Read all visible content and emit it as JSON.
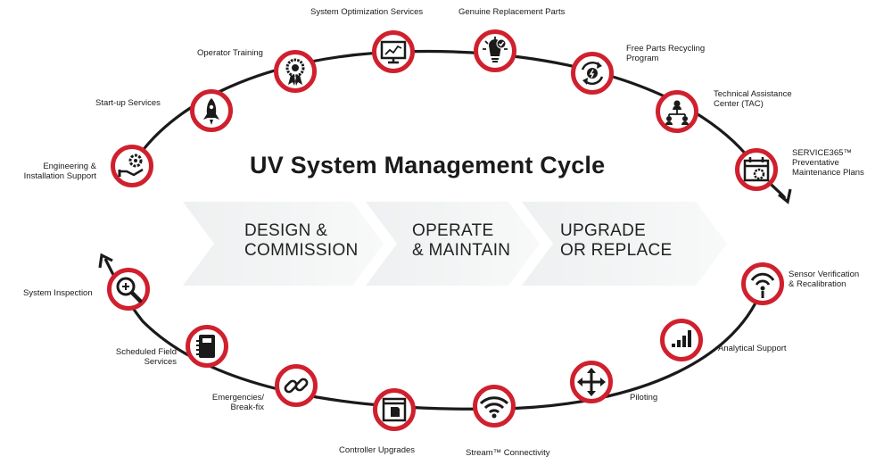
{
  "title": "UV System Management Cycle",
  "phases": [
    {
      "label": "DESIGN &\nCOMMISSION"
    },
    {
      "label": "OPERATE\n& MAINTAIN"
    },
    {
      "label": "UPGRADE\nOR REPLACE"
    }
  ],
  "nodes": [
    {
      "label": "Engineering &\nInstallation Support",
      "icon": "hand-gear-icon"
    },
    {
      "label": "Start-up Services",
      "icon": "rocket-icon"
    },
    {
      "label": "Operator Training",
      "icon": "ribbon-award-icon"
    },
    {
      "label": "System Optimization Services",
      "icon": "monitor-chart-icon"
    },
    {
      "label": "Genuine Replacement Parts",
      "icon": "lamp-check-icon"
    },
    {
      "label": "Free Parts Recycling\nProgram",
      "icon": "recycle-bolt-icon"
    },
    {
      "label": "Technical Assistance\nCenter (TAC)",
      "icon": "org-chart-icon"
    },
    {
      "label": "SERVICE365™\nPreventative\nMaintenance Plans",
      "icon": "calendar-gear-icon"
    },
    {
      "label": "Sensor Verification\n& Recalibration",
      "icon": "sensor-signal-icon"
    },
    {
      "label": "Analytical Support",
      "icon": "bar-chart-icon"
    },
    {
      "label": "Piloting",
      "icon": "move-arrows-icon"
    },
    {
      "label": "Stream™ Connectivity",
      "icon": "wifi-icon"
    },
    {
      "label": "Controller Upgrades",
      "icon": "controller-window-icon"
    },
    {
      "label": "Emergencies/\nBreak-fix",
      "icon": "link-icon"
    },
    {
      "label": "Scheduled Field\nServices",
      "icon": "notebook-icon"
    },
    {
      "label": "System Inspection",
      "icon": "magnifier-icon"
    }
  ],
  "colors": {
    "accent": "#d0202e",
    "dark": "#1a1a1a",
    "chevron": "#e8eaeb"
  }
}
